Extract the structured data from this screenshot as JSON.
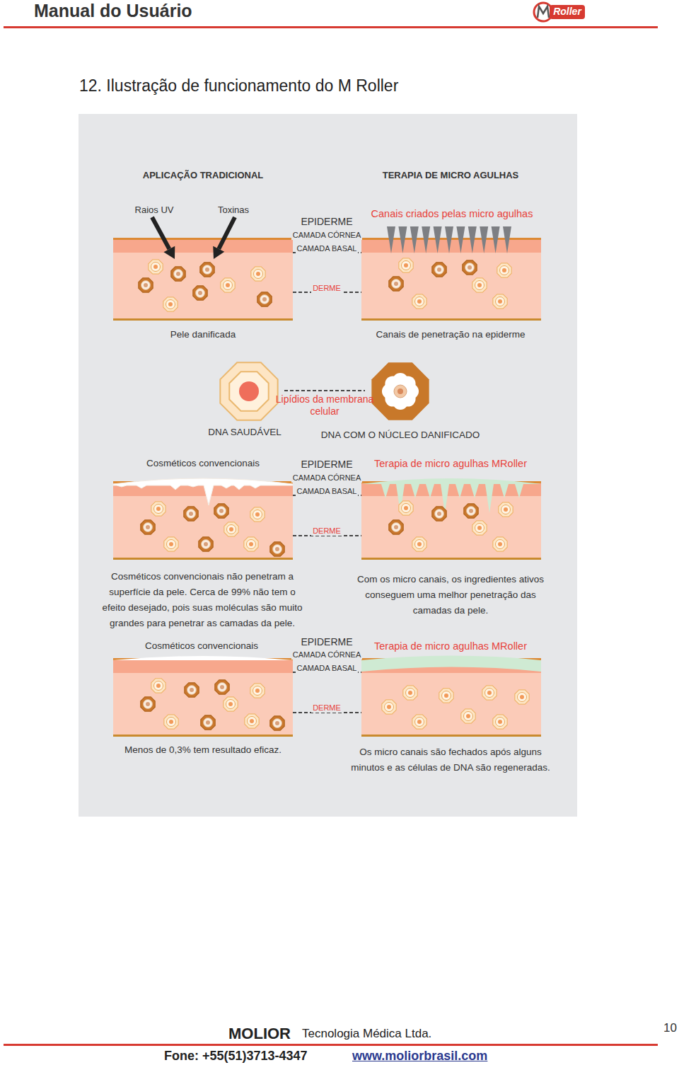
{
  "diagram": {
    "title": "12. Ilustração de funcionamento do M Roller",
    "labels": [
      "Manual do Usuário",
      "Roller",
      "APLICAÇÃO TRADICIONAL",
      "TERAPIA DE MICRO AGULHAS",
      "Raios UV",
      "Toxinas",
      "EPIDERME",
      "CAMADA CÓRNEA",
      "CAMADA BASAL",
      "Canais criados pelas micro agulhas",
      "DERME",
      "Pele danificada",
      "Canais de penetração na epiderme",
      "Lipídios da membrana celular",
      "DNA SAUDÁVEL",
      "DNA COM O NÚCLEO DANIFICADO",
      "Cosméticos convencionais",
      "EPIDERME",
      "CAMADA CÓRNEA",
      "CAMADA BASAL",
      "Terapia de micro agulhas MRoller",
      "DERME",
      "Cosméticos convencionais não penetram a superfície da pele. Cerca de 99% não tem o efeito desejado, pois suas moléculas são muito grandes para penetrar as camadas da pele.",
      "Com os micro canais, os ingredientes ativos conseguem uma melhor penetração das camadas da pele.",
      "Cosméticos convencionais",
      "EPIDERME",
      "CAMADA CÓRNEA",
      "CAMADA BASAL",
      "Terapia de micro agulhas MRoller",
      "DERME",
      "Menos de 0,3% tem resultado eficaz.",
      "Os micro canais são fechados após alguns minutos e as células de DNA são regeneradas.",
      "MOLIOR",
      "Tecnologia Médica Ltda.",
      "10",
      "Fone: +55(51)3713-4347",
      "www.moliorbrasil.com"
    ]
  }
}
